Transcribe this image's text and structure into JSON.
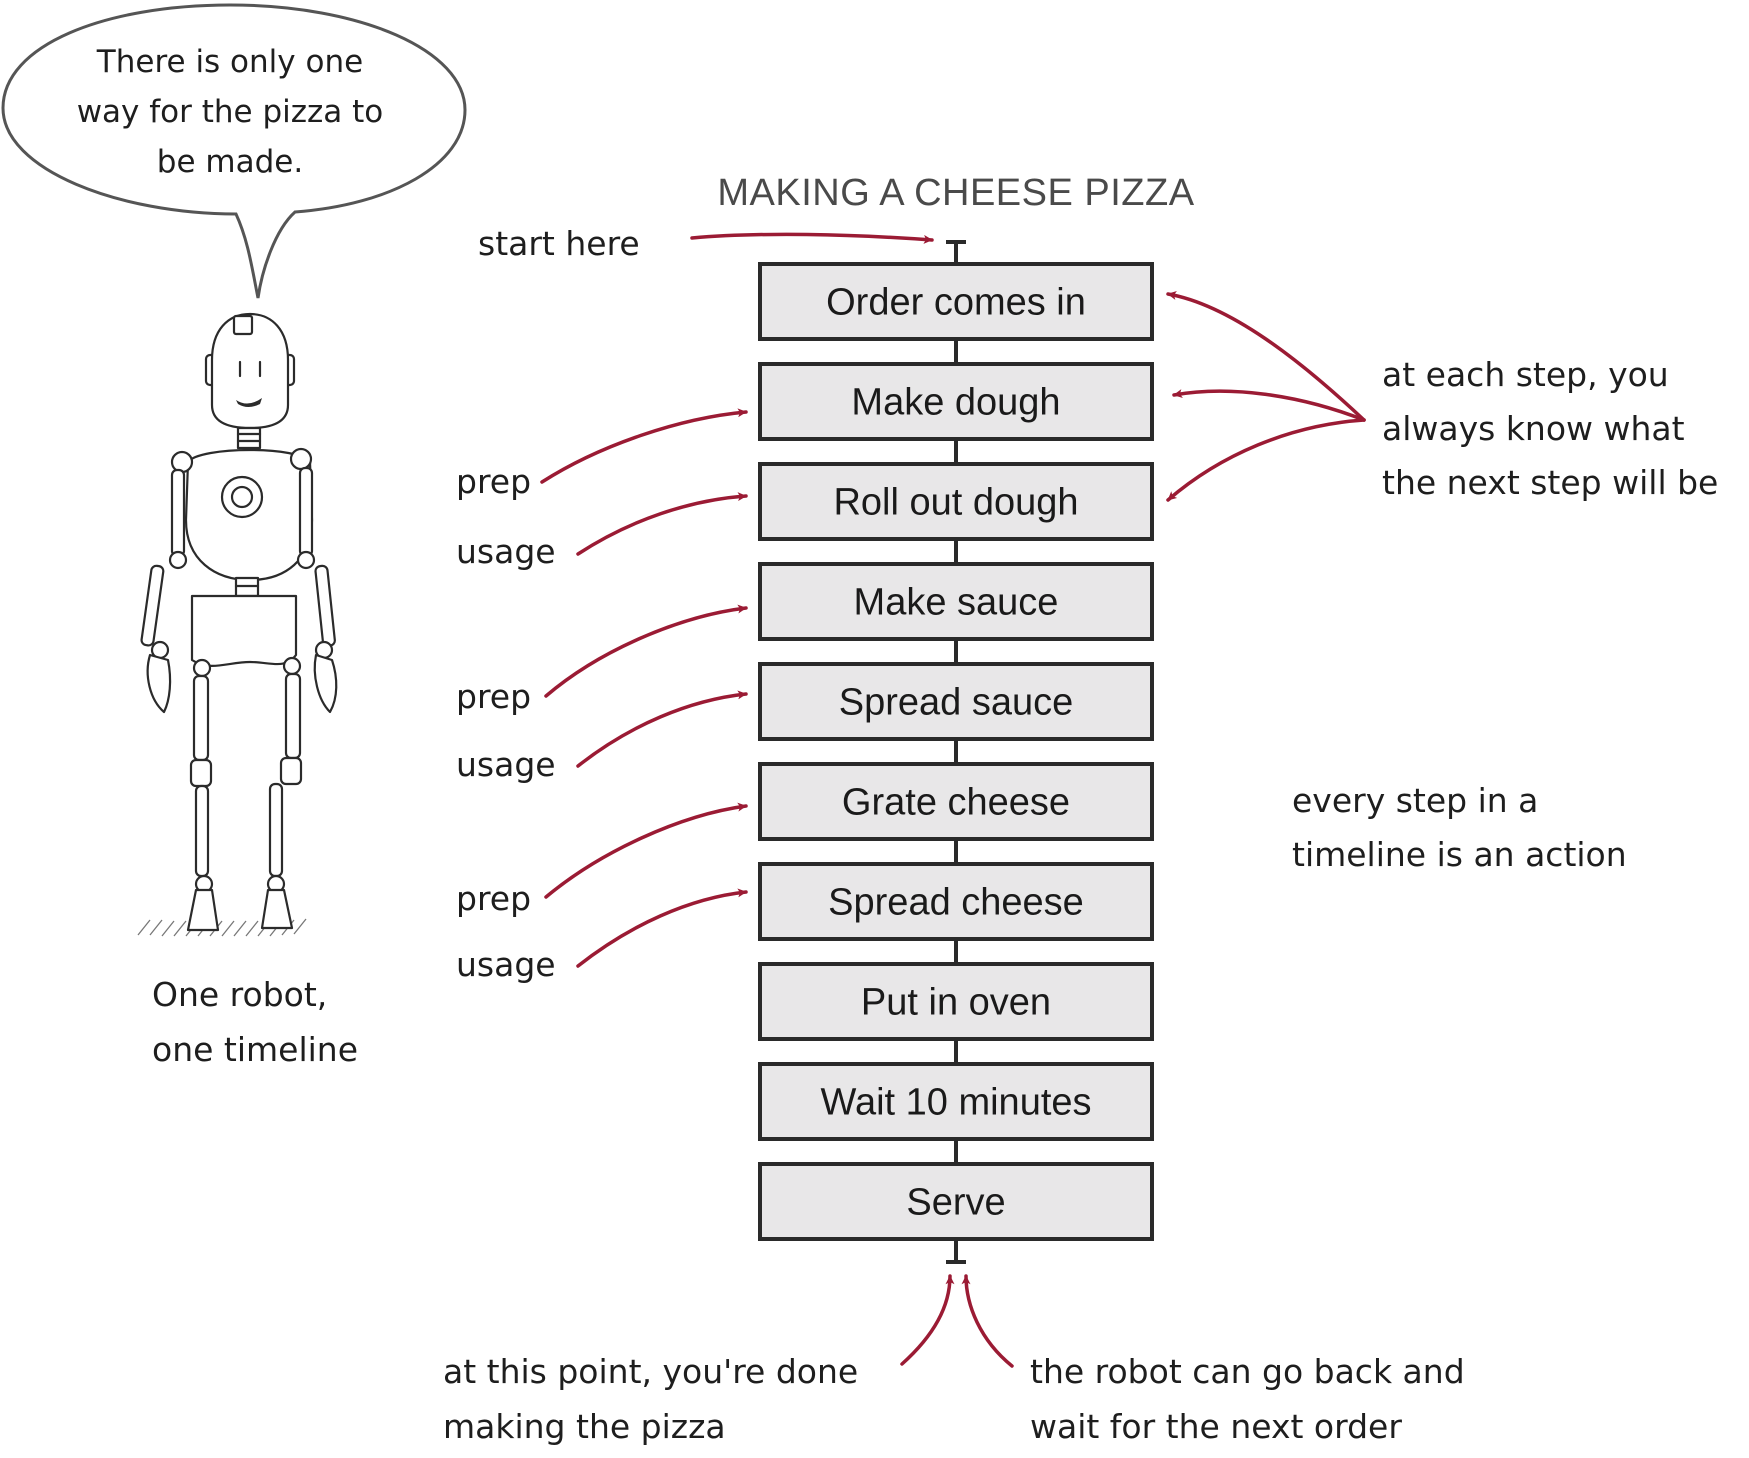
{
  "diagram": {
    "title": "MAKING A CHEESE PIZZA",
    "steps": [
      "Order comes in",
      "Make dough",
      "Roll out dough",
      "Make sauce",
      "Spread sauce",
      "Grate cheese",
      "Spread cheese",
      "Put in oven",
      "Wait 10 minutes",
      "Serve"
    ],
    "start_label": "start here",
    "side_labels": {
      "prep_1": "prep",
      "usage_1": "usage",
      "prep_2": "prep",
      "usage_2": "usage",
      "prep_3": "prep",
      "usage_3": "usage"
    },
    "right_note": [
      "at each step, you",
      "always know what",
      "the next step will be"
    ],
    "action_note": [
      "every step in a",
      "timeline is an action"
    ],
    "done_note": [
      "at this point, you're done",
      "making the pizza"
    ],
    "back_note": [
      "the robot can go back and",
      "wait for the next order"
    ]
  },
  "robot": {
    "speech": [
      "There is only one",
      "way for the pizza to",
      "be made."
    ],
    "caption": [
      "One robot,",
      "one timeline"
    ]
  },
  "colors": {
    "arrow": "#9b1b34",
    "box_fill": "#e8e7e8",
    "box_stroke": "#2a2a2a"
  }
}
